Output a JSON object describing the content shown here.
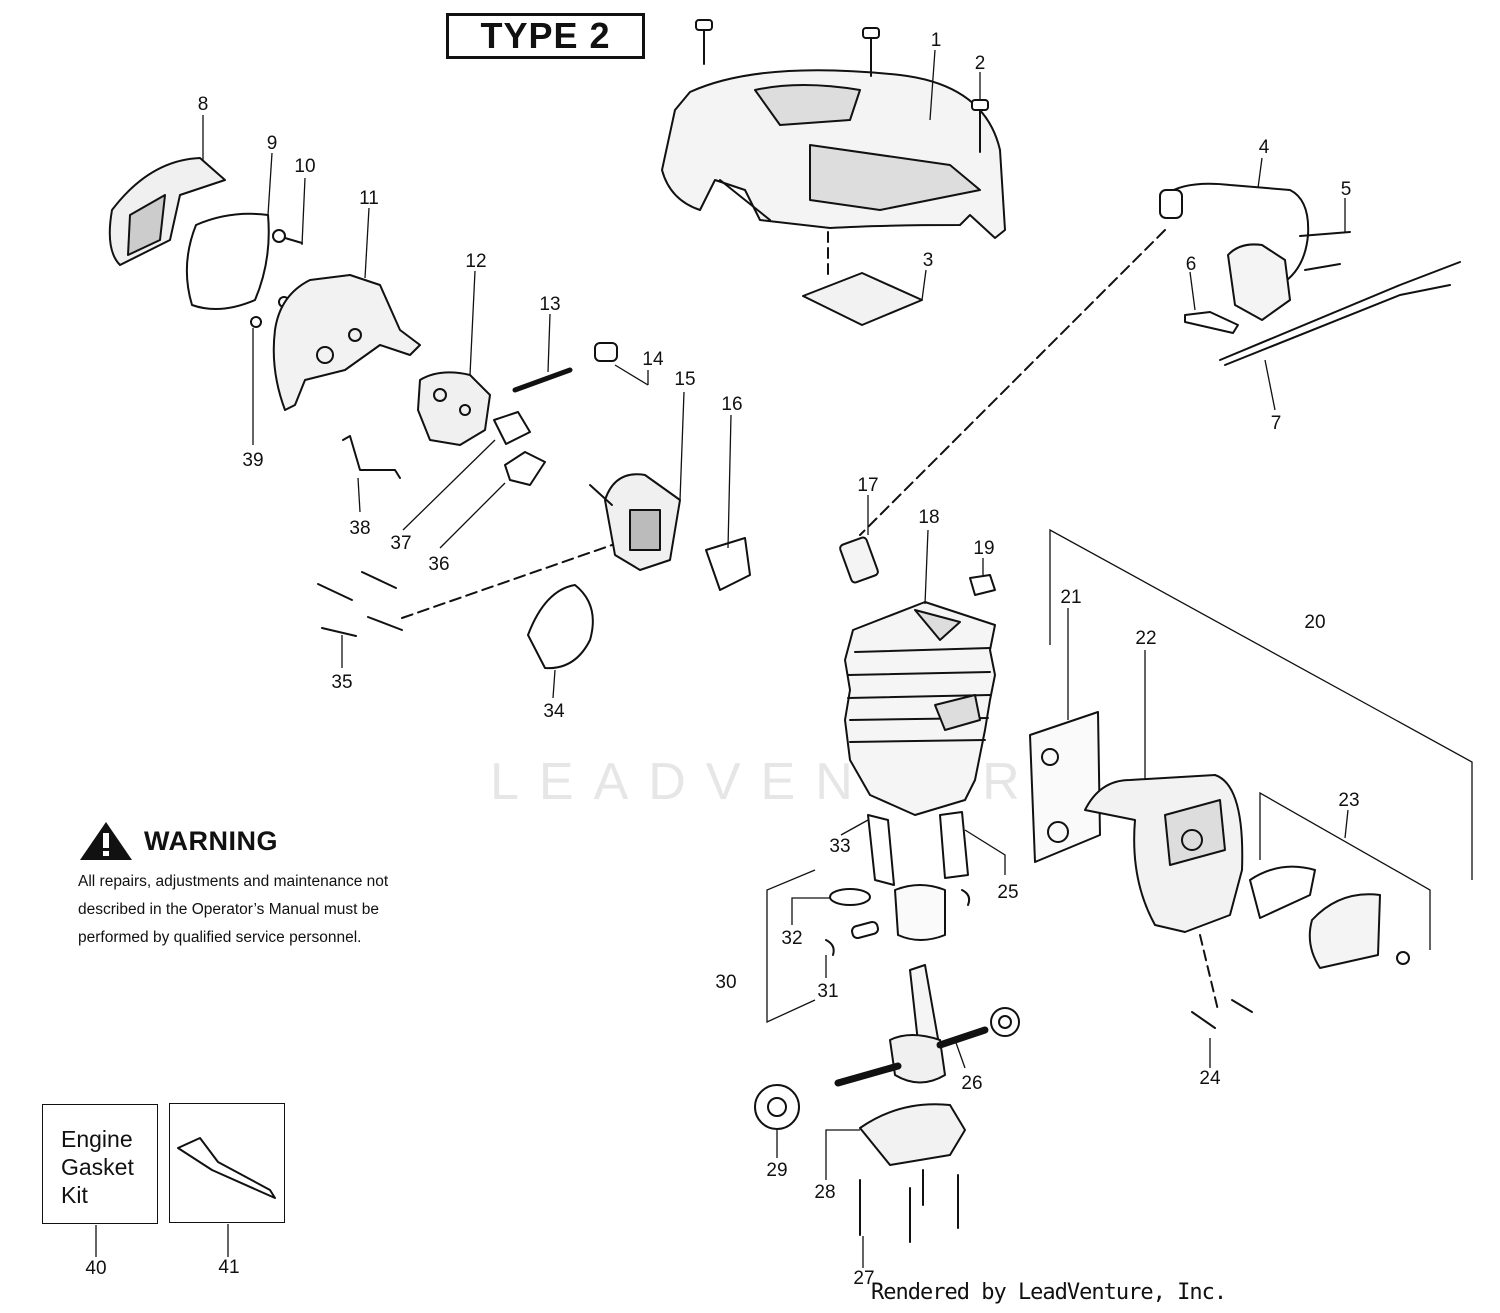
{
  "diagram": {
    "type_label": "TYPE 2",
    "watermark": "LEADVENTURE",
    "footer": "Rendered by LeadVenture, Inc.",
    "warning": {
      "title": "WARNING",
      "lines": [
        "All repairs, adjustments and maintenance not",
        "described in the Operator’s Manual must be",
        "performed by qualified  service personnel."
      ]
    },
    "kits": {
      "gasket_kit": [
        "Engine",
        "Gasket",
        "Kit"
      ]
    },
    "callouts": [
      "1",
      "2",
      "3",
      "4",
      "5",
      "6",
      "7",
      "8",
      "9",
      "10",
      "11",
      "12",
      "13",
      "14",
      "15",
      "16",
      "17",
      "18",
      "19",
      "20",
      "21",
      "22",
      "23",
      "24",
      "25",
      "26",
      "27",
      "28",
      "29",
      "30",
      "31",
      "32",
      "33",
      "34",
      "35",
      "36",
      "37",
      "38",
      "39",
      "40",
      "41"
    ]
  }
}
